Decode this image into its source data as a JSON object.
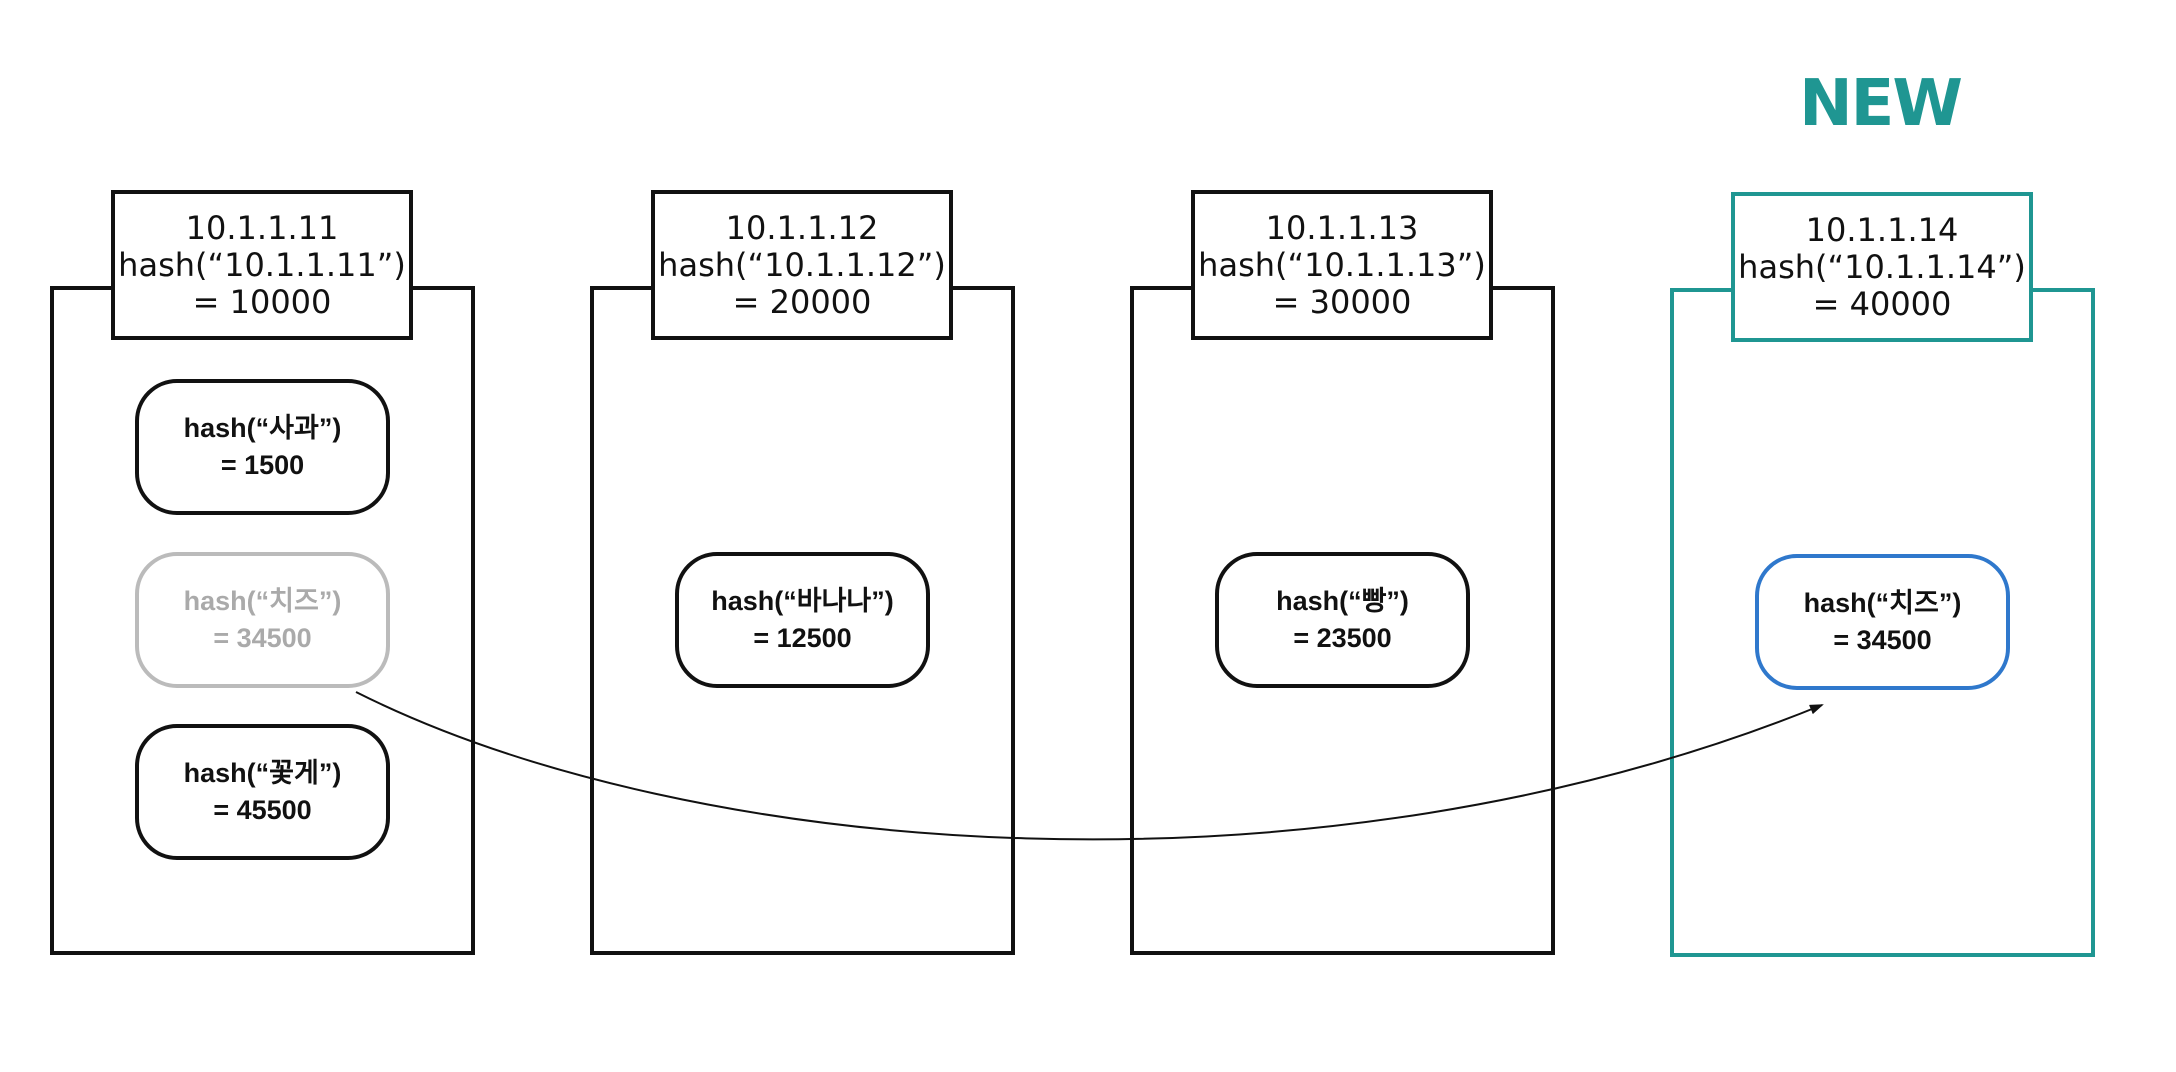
{
  "new_label": "NEW",
  "colors": {
    "default_border": "#111111",
    "new_server": "#1f9692",
    "moved_key": "#2f78cc",
    "faded_key": "#aaaaaa"
  },
  "servers": [
    {
      "ip": "10.1.1.11",
      "hash_expr": "hash(“10.1.1.11”)",
      "hash_value": "= 10000",
      "keys": [
        {
          "hash_expr": "hash(“사과”)",
          "hash_value": "= 1500"
        },
        {
          "hash_expr": "hash(“치즈”)",
          "hash_value": "= 34500",
          "state": "faded"
        },
        {
          "hash_expr": "hash(“꽃게”)",
          "hash_value": "= 45500"
        }
      ]
    },
    {
      "ip": "10.1.1.12",
      "hash_expr": "hash(“10.1.1.12”)",
      "hash_value": "= 20000",
      "keys": [
        {
          "hash_expr": "hash(“바나나”)",
          "hash_value": "= 12500"
        }
      ]
    },
    {
      "ip": "10.1.1.13",
      "hash_expr": "hash(“10.1.1.13”)",
      "hash_value": "= 30000",
      "keys": [
        {
          "hash_expr": "hash(“빵”)",
          "hash_value": "= 23500"
        }
      ]
    },
    {
      "ip": "10.1.1.14",
      "hash_expr": "hash(“10.1.1.14”)",
      "hash_value": "= 40000",
      "is_new": true,
      "keys": [
        {
          "hash_expr": "hash(“치즈”)",
          "hash_value": "= 34500",
          "state": "moved"
        }
      ]
    }
  ]
}
